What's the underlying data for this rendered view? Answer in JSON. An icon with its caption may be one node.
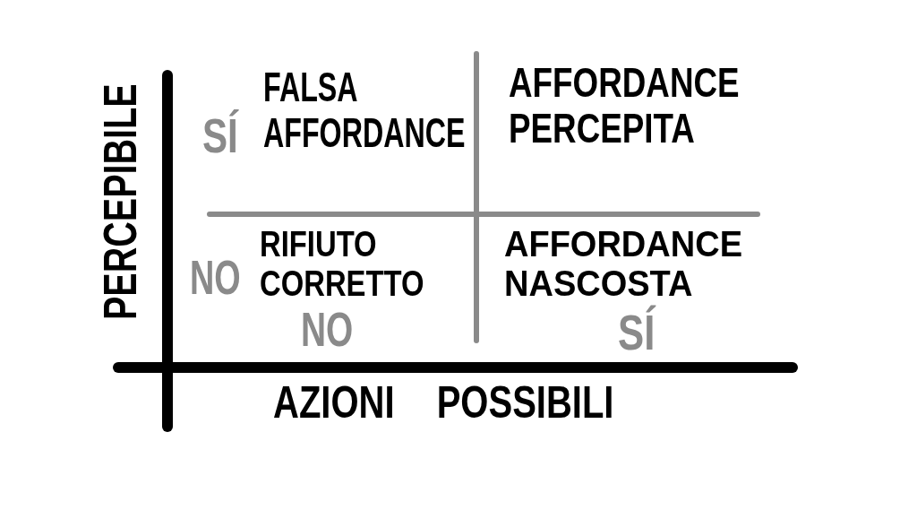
{
  "diagram": {
    "labels": [
      "PERCEPIBILE",
      "SÍ",
      "FALSA AFFORDANCE",
      "AFFORDANCE PERCEPITA",
      "NO",
      "RIFIUTO CORRETTO",
      "AFFORDANCE NASCOSTA",
      "NO",
      "SÍ",
      "AZIONI POSSIBILI"
    ]
  }
}
